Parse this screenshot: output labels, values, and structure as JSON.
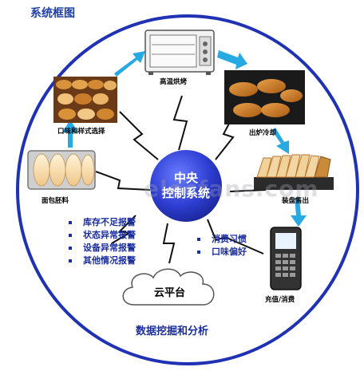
{
  "title": "系统框图",
  "hub": {
    "line1": "中央",
    "line2": "控制系统"
  },
  "nodes": {
    "oven": "高温烘烤",
    "flavor": "口味和样式选择",
    "out": "出炉冷却",
    "dough": "面包胚料",
    "slice": "装盘售出",
    "pos": "充值/消费"
  },
  "alerts": [
    "库存不足报警",
    "状态异常报警",
    "设备异常报警",
    "其他情况报警"
  ],
  "consumer": [
    "消费习惯",
    "口味偏好"
  ],
  "cloud": "云平台",
  "bottom": "数据挖掘和分析",
  "watermark": "elecfans.com",
  "colors": {
    "ring": "#1f32b3",
    "arrow": "#27a9e1",
    "hub": "#2e3fd3",
    "text": "#1c2e9e"
  },
  "icons": [
    "oven-icon",
    "flavor-photo",
    "croissant-photo",
    "dough-icon",
    "sliced-bread-icon",
    "pos-terminal-icon",
    "cloud-icon",
    "lightning-icon"
  ]
}
